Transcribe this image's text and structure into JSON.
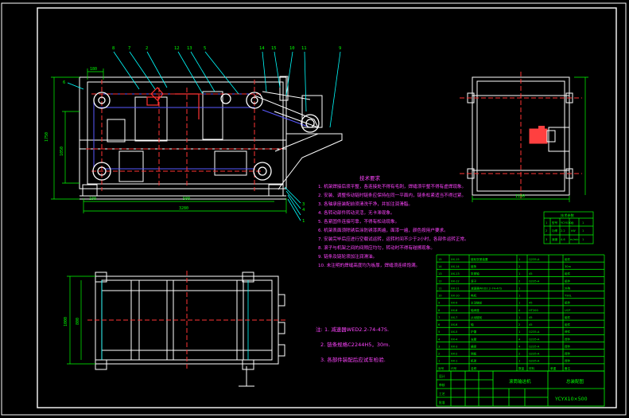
{
  "colors": {
    "background": "#000000",
    "frame": "#ffffff",
    "outline": "#ffffff",
    "dimension": "#00ff00",
    "center": "#ff3333",
    "leader": "#00ffff",
    "note": "#ff44ff",
    "table": "#00ff00",
    "blue": "#5a5aff",
    "motor": "#ff4040"
  },
  "part_numbers": [
    "8",
    "7",
    "2",
    "12",
    "13",
    "5",
    "14",
    "15",
    "10",
    "11",
    "9",
    "6",
    "3",
    "4",
    "1"
  ],
  "front_dims": {
    "top_left": "180",
    "height": "1750",
    "inner_height": "1050",
    "bottom_left": "100",
    "bottom_mid": "500",
    "overall": "3280"
  },
  "side_dims": {
    "width": "1100"
  },
  "plan_dims": {
    "height": "1000",
    "inner": "800"
  },
  "notes_title": "技术要求",
  "notes": [
    "1. 机架焊接后须平整，各连接处不得有毛刺，焊缝须平整不得有虚焊现象。",
    "2. 安装、调整传动链时链条应保持在同一平面内，链条松紧适当不得过紧。",
    "3. 各轴承座装配前须清洗干净，并加注润滑脂。",
    "4. 各转动部件转动灵活，无卡滞现象。",
    "5. 各紧固件连接可靠，不得有松动现象。",
    "6. 机架表面须除锈后涂防锈漆两遍，面漆一遍，颜色按用户要求。",
    "7. 安装完毕后应进行空载试运转，运转时间不少于2小时，各部件运转正常。",
    "8. 滚子与机架之间的间隙应均匀，转动时不得有碰擦现象。",
    "9. 链条及链轮须加注润滑油。",
    "10. 未注明的焊缝高度均为板厚，焊缝须连续饱满。"
  ],
  "notes2": {
    "lead": "注:",
    "items": [
      "1. 减速器WED2.2-74-47S.",
      "2. 链条规格C2244H5，30m.",
      "3. 各部件装配后应试车检验."
    ]
  },
  "small_table": {
    "header": "技术参数",
    "rows": [
      [
        "1",
        "型号",
        "YCYX10",
        "台",
        "1"
      ],
      [
        "2",
        "功率",
        "2.2",
        "kW",
        "1"
      ],
      [
        "3",
        "速度",
        "4.6",
        "m/min",
        "1"
      ]
    ]
  },
  "bom": {
    "rows": [
      [
        "15",
        "XX-15",
        "链轮张紧装置",
        "1",
        "Q235-A",
        "",
        "组件"
      ],
      [
        "14",
        "XX-14",
        "链条",
        "2",
        "",
        "",
        "30m"
      ],
      [
        "13",
        "XX-13",
        "张紧轴",
        "1",
        "45",
        "",
        "组件"
      ],
      [
        "12",
        "XX-12",
        "滚子",
        "2",
        "Q235-A",
        "",
        "组件"
      ],
      [
        "11",
        "XX-11",
        "减速器WED2.2-74-47S",
        "1",
        "",
        "",
        "外购"
      ],
      [
        "10",
        "XX-10",
        "电机",
        "1",
        "",
        "",
        "Y90L"
      ],
      [
        "9",
        "XX-9",
        "主动链轮",
        "1",
        "45",
        "",
        "组件"
      ],
      [
        "8",
        "XX-8",
        "轴承座",
        "4",
        "HT200",
        "",
        "UCP"
      ],
      [
        "7",
        "XX-7",
        "从动链轮",
        "1",
        "45",
        "",
        "组件"
      ],
      [
        "6",
        "XX-6",
        "轴",
        "2",
        "45",
        "",
        "组件"
      ],
      [
        "5",
        "XX-5",
        "护罩",
        "1",
        "Q235-A",
        "",
        "焊件"
      ],
      [
        "4",
        "XX-4",
        "支腿",
        "4",
        "Q235-A",
        "",
        "焊件"
      ],
      [
        "3",
        "XX-3",
        "横梁",
        "4",
        "Q235-A",
        "",
        "焊件"
      ],
      [
        "2",
        "XX-2",
        "侧板",
        "2",
        "Q235-A",
        "",
        "焊件"
      ],
      [
        "1",
        "XX-1",
        "机架",
        "1",
        "Q235-A",
        "",
        "焊件"
      ]
    ],
    "header": [
      "序号",
      "代号",
      "名称",
      "数量",
      "材料",
      "单重",
      "备注"
    ],
    "title_name": "滚筒输送机",
    "company": "总装配图",
    "drawing_no": "YCYX10×500",
    "sign_labels": [
      "设计",
      "审核",
      "工艺",
      "批准"
    ]
  }
}
